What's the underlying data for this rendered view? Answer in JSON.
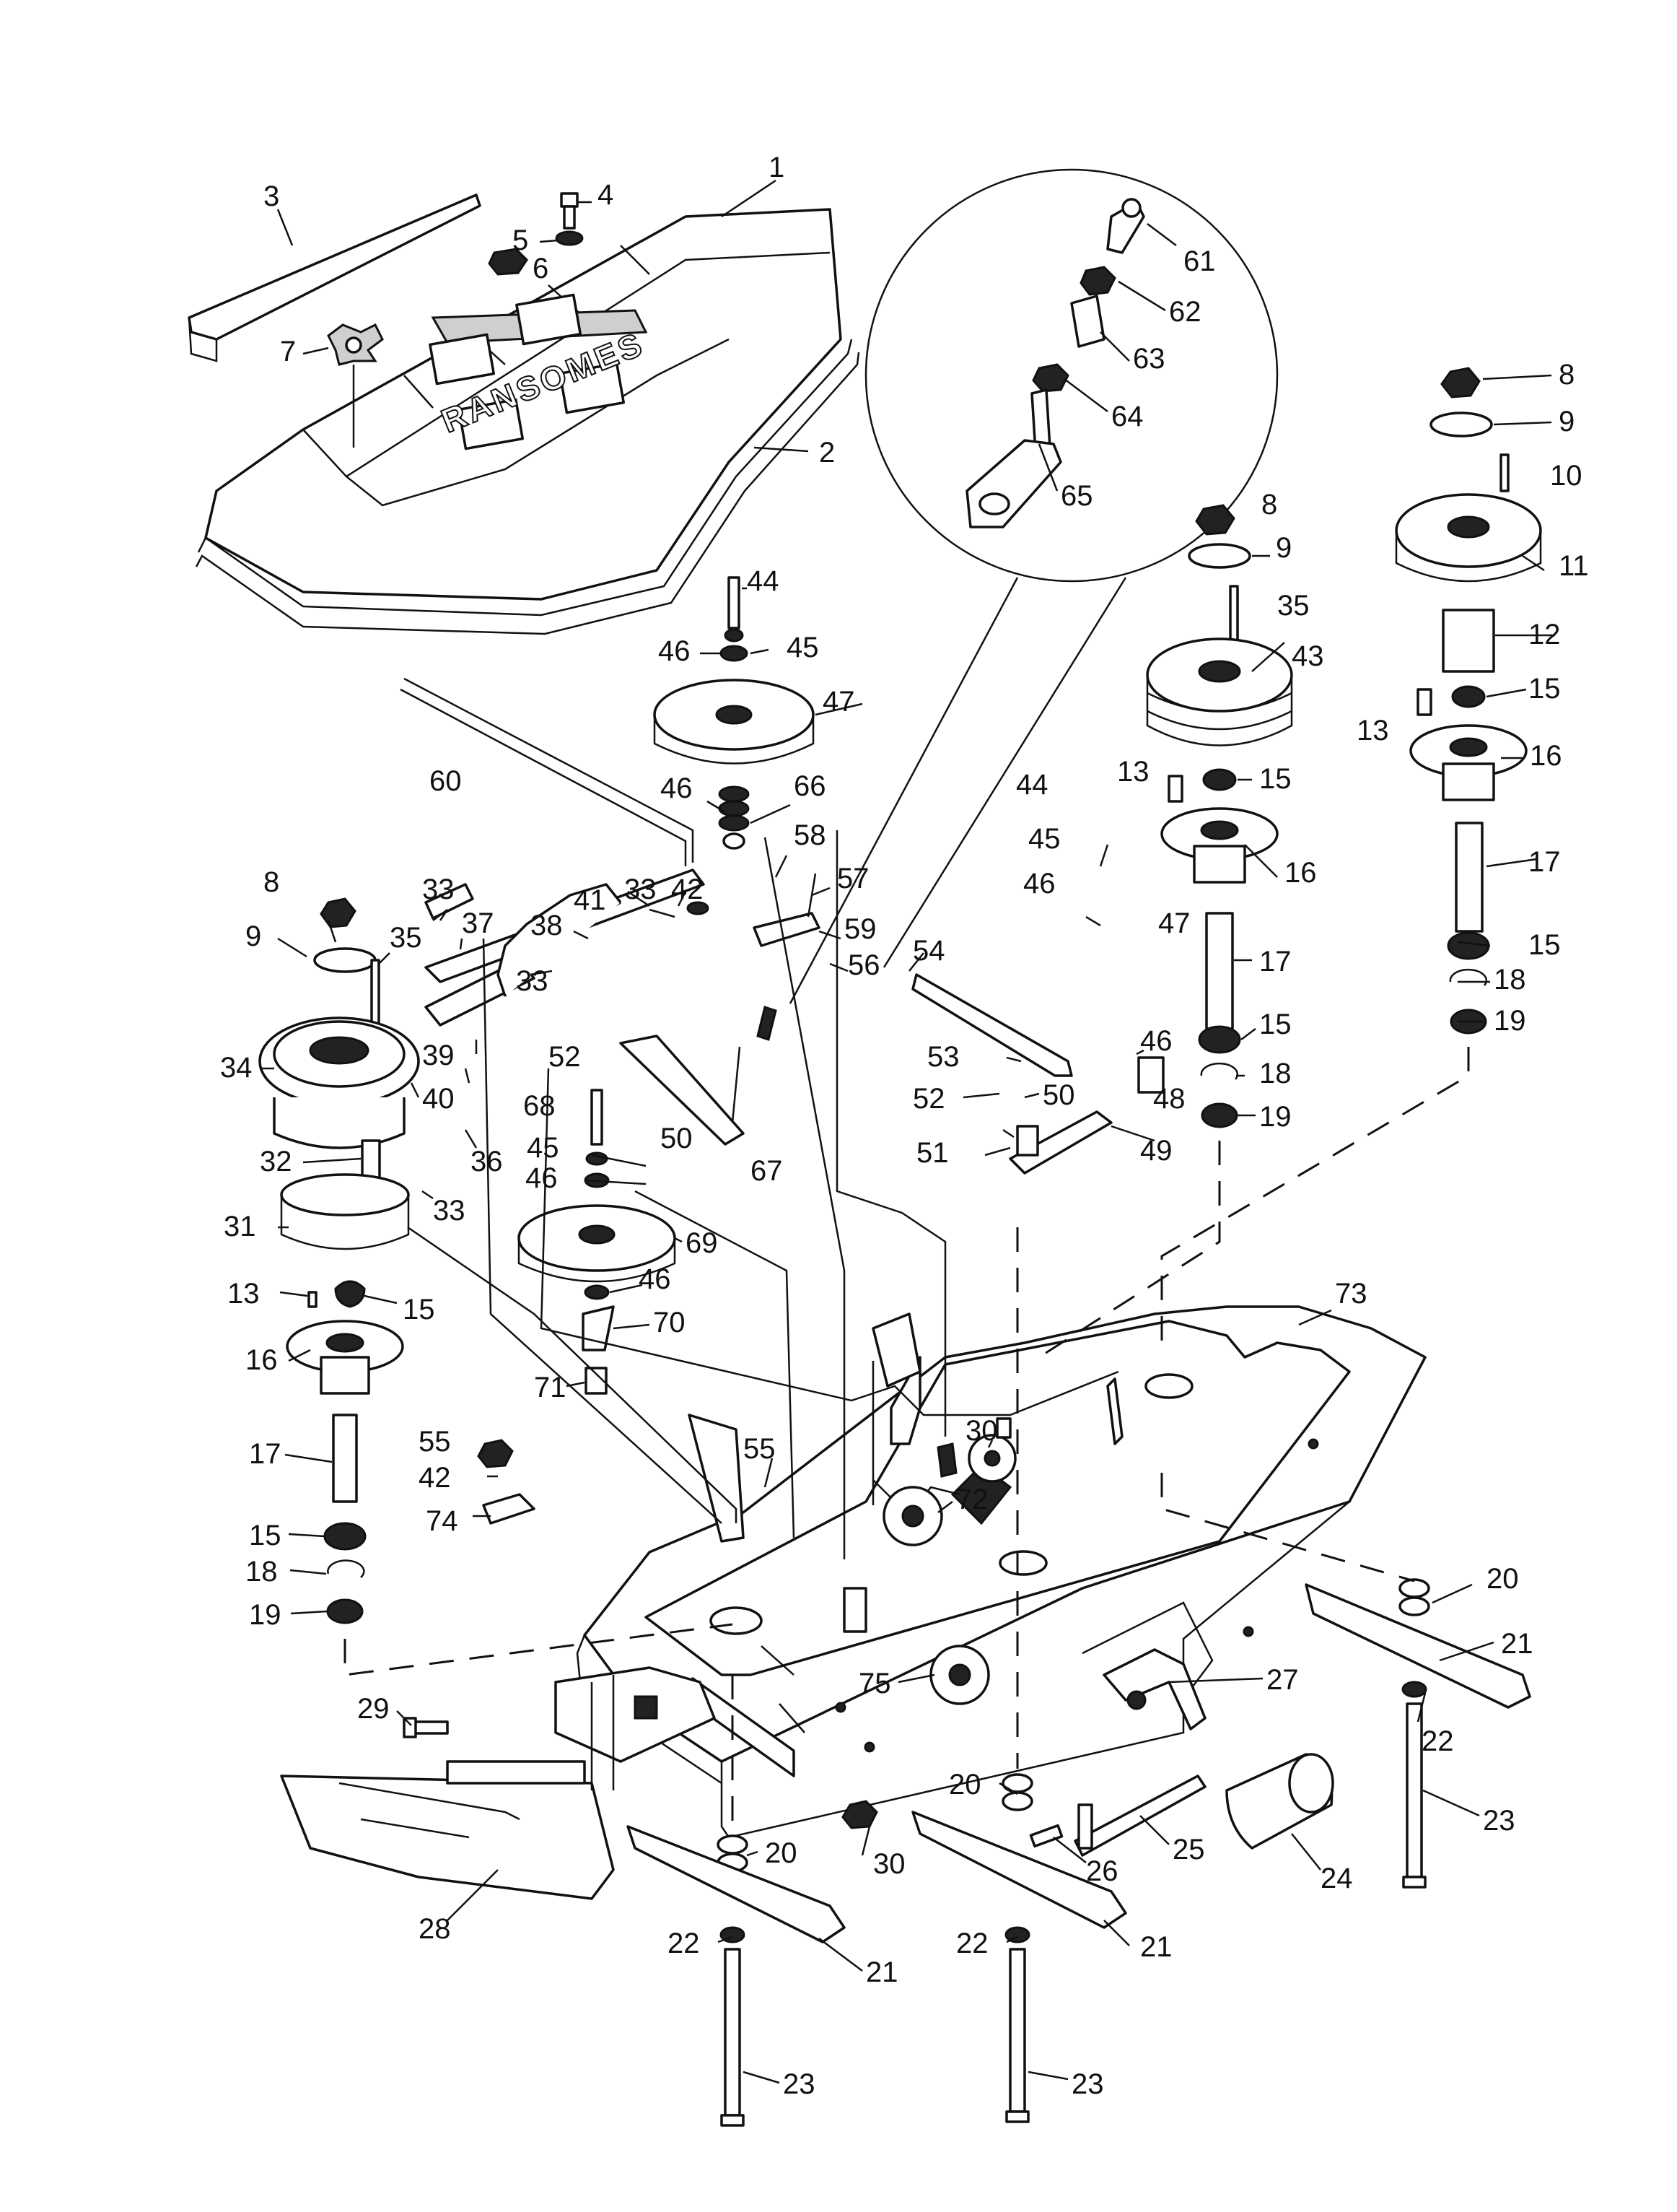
{
  "brand_text": "RANSOMES",
  "callouts": [
    {
      "id": "c1",
      "label": "1"
    },
    {
      "id": "c2",
      "label": "2"
    },
    {
      "id": "c3",
      "label": "3"
    },
    {
      "id": "c4",
      "label": "4"
    },
    {
      "id": "c5",
      "label": "5"
    },
    {
      "id": "c6",
      "label": "6"
    },
    {
      "id": "c7",
      "label": "7"
    },
    {
      "id": "c8a",
      "label": "8"
    },
    {
      "id": "c8b",
      "label": "8"
    },
    {
      "id": "c8c",
      "label": "8"
    },
    {
      "id": "c9a",
      "label": "9"
    },
    {
      "id": "c9b",
      "label": "9"
    },
    {
      "id": "c9c",
      "label": "9"
    },
    {
      "id": "c10",
      "label": "10"
    },
    {
      "id": "c11",
      "label": "11"
    },
    {
      "id": "c12",
      "label": "12"
    },
    {
      "id": "c13a",
      "label": "13"
    },
    {
      "id": "c13b",
      "label": "13"
    },
    {
      "id": "c13c",
      "label": "13"
    },
    {
      "id": "c15a",
      "label": "15"
    },
    {
      "id": "c15b",
      "label": "15"
    },
    {
      "id": "c15c",
      "label": "15"
    },
    {
      "id": "c15d",
      "label": "15"
    },
    {
      "id": "c15e",
      "label": "15"
    },
    {
      "id": "c15f",
      "label": "15"
    },
    {
      "id": "c16a",
      "label": "16"
    },
    {
      "id": "c16b",
      "label": "16"
    },
    {
      "id": "c16c",
      "label": "16"
    },
    {
      "id": "c17a",
      "label": "17"
    },
    {
      "id": "c17b",
      "label": "17"
    },
    {
      "id": "c17c",
      "label": "17"
    },
    {
      "id": "c18a",
      "label": "18"
    },
    {
      "id": "c18b",
      "label": "18"
    },
    {
      "id": "c18c",
      "label": "18"
    },
    {
      "id": "c19a",
      "label": "19"
    },
    {
      "id": "c19b",
      "label": "19"
    },
    {
      "id": "c19c",
      "label": "19"
    },
    {
      "id": "c20a",
      "label": "20"
    },
    {
      "id": "c20b",
      "label": "20"
    },
    {
      "id": "c20c",
      "label": "20"
    },
    {
      "id": "c21a",
      "label": "21"
    },
    {
      "id": "c21b",
      "label": "21"
    },
    {
      "id": "c21c",
      "label": "21"
    },
    {
      "id": "c22a",
      "label": "22"
    },
    {
      "id": "c22b",
      "label": "22"
    },
    {
      "id": "c22c",
      "label": "22"
    },
    {
      "id": "c23a",
      "label": "23"
    },
    {
      "id": "c23b",
      "label": "23"
    },
    {
      "id": "c23c",
      "label": "23"
    },
    {
      "id": "c24",
      "label": "24"
    },
    {
      "id": "c25",
      "label": "25"
    },
    {
      "id": "c26",
      "label": "26"
    },
    {
      "id": "c27",
      "label": "27"
    },
    {
      "id": "c28",
      "label": "28"
    },
    {
      "id": "c29",
      "label": "29"
    },
    {
      "id": "c30a",
      "label": "30"
    },
    {
      "id": "c30b",
      "label": "30"
    },
    {
      "id": "c31",
      "label": "31"
    },
    {
      "id": "c32",
      "label": "32"
    },
    {
      "id": "c33a",
      "label": "33"
    },
    {
      "id": "c33b",
      "label": "33"
    },
    {
      "id": "c33c",
      "label": "33"
    },
    {
      "id": "c33d",
      "label": "33"
    },
    {
      "id": "c34",
      "label": "34"
    },
    {
      "id": "c35a",
      "label": "35"
    },
    {
      "id": "c35b",
      "label": "35"
    },
    {
      "id": "c36",
      "label": "36"
    },
    {
      "id": "c37",
      "label": "37"
    },
    {
      "id": "c38",
      "label": "38"
    },
    {
      "id": "c39",
      "label": "39"
    },
    {
      "id": "c40",
      "label": "40"
    },
    {
      "id": "c41",
      "label": "41"
    },
    {
      "id": "c42a",
      "label": "42"
    },
    {
      "id": "c42b",
      "label": "42"
    },
    {
      "id": "c43",
      "label": "43"
    },
    {
      "id": "c44a",
      "label": "44"
    },
    {
      "id": "c44b",
      "label": "44"
    },
    {
      "id": "c45a",
      "label": "45"
    },
    {
      "id": "c45b",
      "label": "45"
    },
    {
      "id": "c45c",
      "label": "45"
    },
    {
      "id": "c46a",
      "label": "46"
    },
    {
      "id": "c46b",
      "label": "46"
    },
    {
      "id": "c46c",
      "label": "46"
    },
    {
      "id": "c46d",
      "label": "46"
    },
    {
      "id": "c46e",
      "label": "46"
    },
    {
      "id": "c46f",
      "label": "46"
    },
    {
      "id": "c47a",
      "label": "47"
    },
    {
      "id": "c47b",
      "label": "47"
    },
    {
      "id": "c48",
      "label": "48"
    },
    {
      "id": "c49",
      "label": "49"
    },
    {
      "id": "c50a",
      "label": "50"
    },
    {
      "id": "c50b",
      "label": "50"
    },
    {
      "id": "c51",
      "label": "51"
    },
    {
      "id": "c52a",
      "label": "52"
    },
    {
      "id": "c52b",
      "label": "52"
    },
    {
      "id": "c53",
      "label": "53"
    },
    {
      "id": "c54",
      "label": "54"
    },
    {
      "id": "c55a",
      "label": "55"
    },
    {
      "id": "c55b",
      "label": "55"
    },
    {
      "id": "c56",
      "label": "56"
    },
    {
      "id": "c57",
      "label": "57"
    },
    {
      "id": "c58",
      "label": "58"
    },
    {
      "id": "c59",
      "label": "59"
    },
    {
      "id": "c60",
      "label": "60"
    },
    {
      "id": "c61",
      "label": "61"
    },
    {
      "id": "c62",
      "label": "62"
    },
    {
      "id": "c63",
      "label": "63"
    },
    {
      "id": "c64",
      "label": "64"
    },
    {
      "id": "c65",
      "label": "65"
    },
    {
      "id": "c66",
      "label": "66"
    },
    {
      "id": "c67",
      "label": "67"
    },
    {
      "id": "c68",
      "label": "68"
    },
    {
      "id": "c69",
      "label": "69"
    },
    {
      "id": "c70",
      "label": "70"
    },
    {
      "id": "c71",
      "label": "71"
    },
    {
      "id": "c72",
      "label": "72"
    },
    {
      "id": "c73",
      "label": "73"
    },
    {
      "id": "c74",
      "label": "74"
    },
    {
      "id": "c75",
      "label": "75"
    }
  ]
}
